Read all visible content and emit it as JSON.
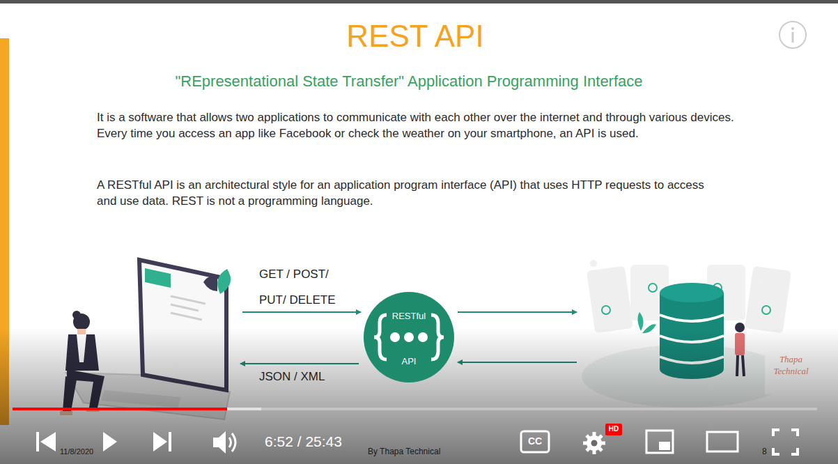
{
  "diagram": {
    "title": "REST API",
    "nodes": [
      {
        "text": [
          "RESTful",
          "API"
        ]
      }
    ],
    "labels": [
      "\"REpresentational State Transfer\" Application Programming Interface",
      "It is a software that allows two applications to communicate with each other over the internet and through various devices. Every time you access an app like Facebook or check the weather on your smartphone, an API is used.",
      "A RESTful API is an architectural style for an application program interface (API) that uses HTTP requests to access and use data. REST is not a programming language.",
      "GET / POST/",
      "PUT/ DELETE",
      "JSON / XML",
      "Thapa Technical",
      "6:52 / 25:43",
      "11/8/2020",
      "By Thapa Technical",
      "8",
      "CC",
      "HD"
    ]
  }
}
